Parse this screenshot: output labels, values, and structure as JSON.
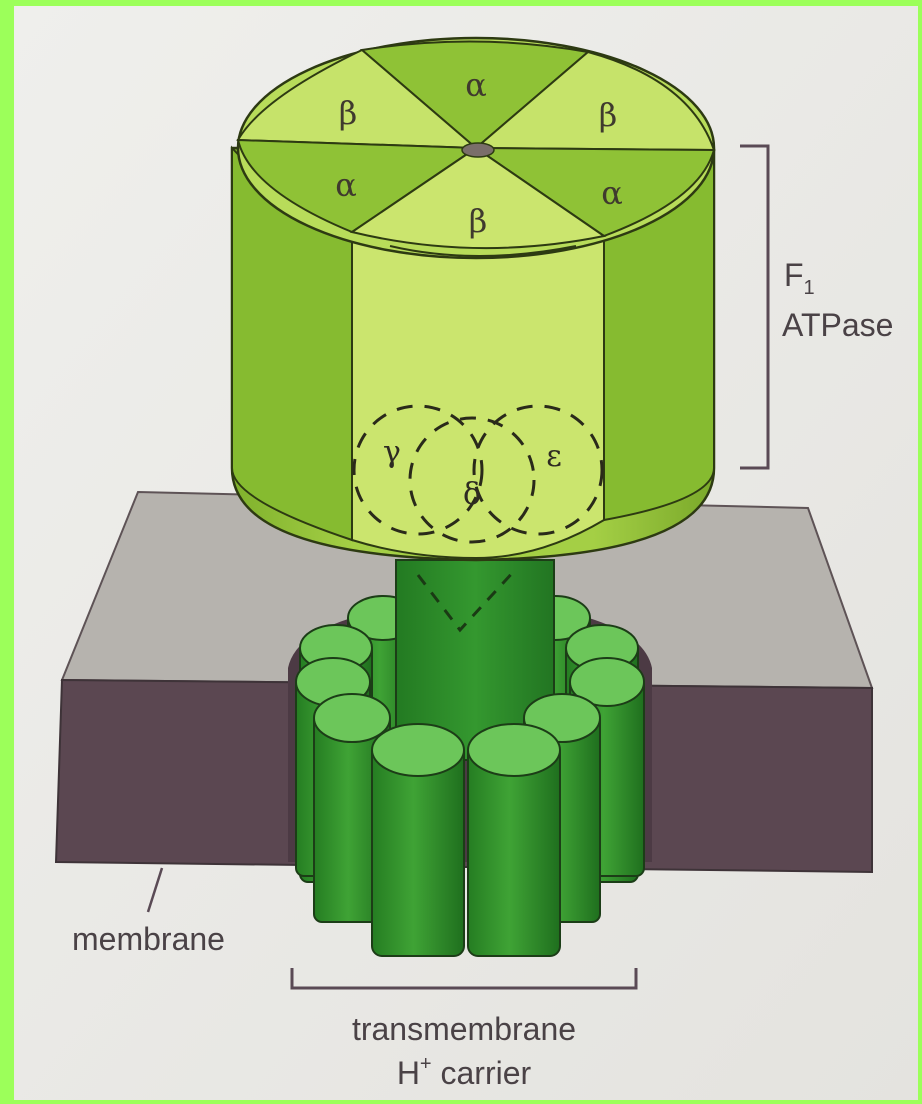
{
  "labels": {
    "f1_main": "F",
    "f1_sub": "1",
    "f1_line2": "ATPase",
    "membrane": "membrane",
    "carrier_line1": "transmembrane",
    "carrier_main": "H",
    "carrier_sup": "+",
    "carrier_rest": " carrier"
  },
  "subunits": {
    "alpha_top": "α",
    "beta_top_left": "β",
    "beta_top_right": "β",
    "alpha_mid_left": "α",
    "alpha_mid_right": "α",
    "beta_front": "β",
    "gamma": "γ",
    "delta": "δ",
    "epsilon": "ε"
  },
  "colors": {
    "border_green": "#9cff5a",
    "paper": "#ecebe8",
    "f1_light": "#c7e46a",
    "f1_mid": "#9fcd3e",
    "f1_dark": "#6faa28",
    "stalk": "#2e8f2a",
    "cylinder": "#3a9a30",
    "cylinder_top": "#6cc65a",
    "membrane_top": "#b4b1ad",
    "membrane_side": "#5a4651"
  }
}
